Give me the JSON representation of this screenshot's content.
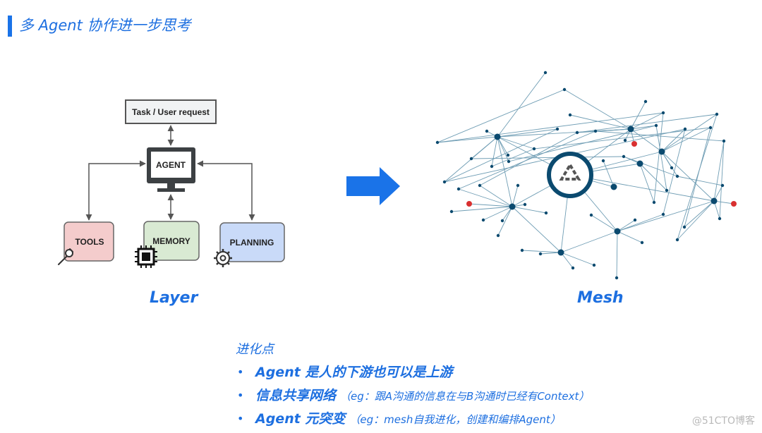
{
  "header": {
    "title": "多 Agent 协作进一步思考"
  },
  "layer_diagram": {
    "caption": "Layer",
    "request_label": "Task / User request",
    "agent_label": "AGENT",
    "tools_label": "TOOLS",
    "memory_label": "MEMORY",
    "planning_label": "PLANNING",
    "colors": {
      "tools": "#f4cccc",
      "memory": "#d9ead3",
      "planning": "#c9daf8",
      "monitor": "#3c4043",
      "request": "#f1f3f4"
    }
  },
  "arrow": {
    "color": "#1a73e8"
  },
  "mesh_diagram": {
    "caption": "Mesh",
    "hub_icon": "recycle-logo-icon",
    "colors": {
      "node": "#0b4a6f",
      "edge": "#6f9db4",
      "highlight": "#d93030"
    }
  },
  "points": {
    "heading": "进化点",
    "items": [
      {
        "main": "Agent 是人的下游也可以是上游",
        "note": ""
      },
      {
        "main": "信息共享网络",
        "note": "（eg：跟A沟通的信息在与B沟通时已经有Context）"
      },
      {
        "main": "Agent 元突变",
        "note": "（eg：mesh自我进化，创建和编排Agent）"
      }
    ]
  },
  "watermark": "@51CTO博客"
}
